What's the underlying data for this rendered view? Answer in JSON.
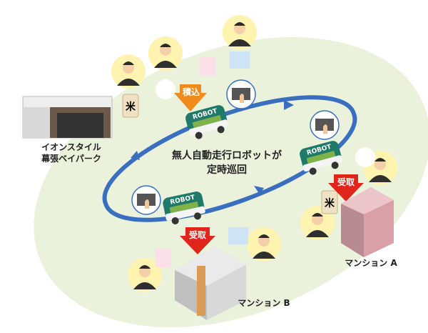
{
  "store": {
    "line1": "イオンスタイル",
    "line2": "幕張ベイパーク"
  },
  "center_caption": {
    "line1": "無人自動走行ロボットが",
    "line2": "定時巡回"
  },
  "arrows": {
    "load": "積込",
    "receive_a": "受取",
    "receive_b": "受取"
  },
  "mansion_a": {
    "label": "マンション A"
  },
  "mansion_b": {
    "label": "マンション B"
  },
  "robot_label": "ROBOT",
  "rice_label": "米",
  "colors": {
    "background_blob": "#eaf2dc",
    "loop": "#3a6fc0",
    "robot": "#1f7a6a",
    "load_arrow": "#f08a1c",
    "receive_arrow": "#e0251b"
  }
}
